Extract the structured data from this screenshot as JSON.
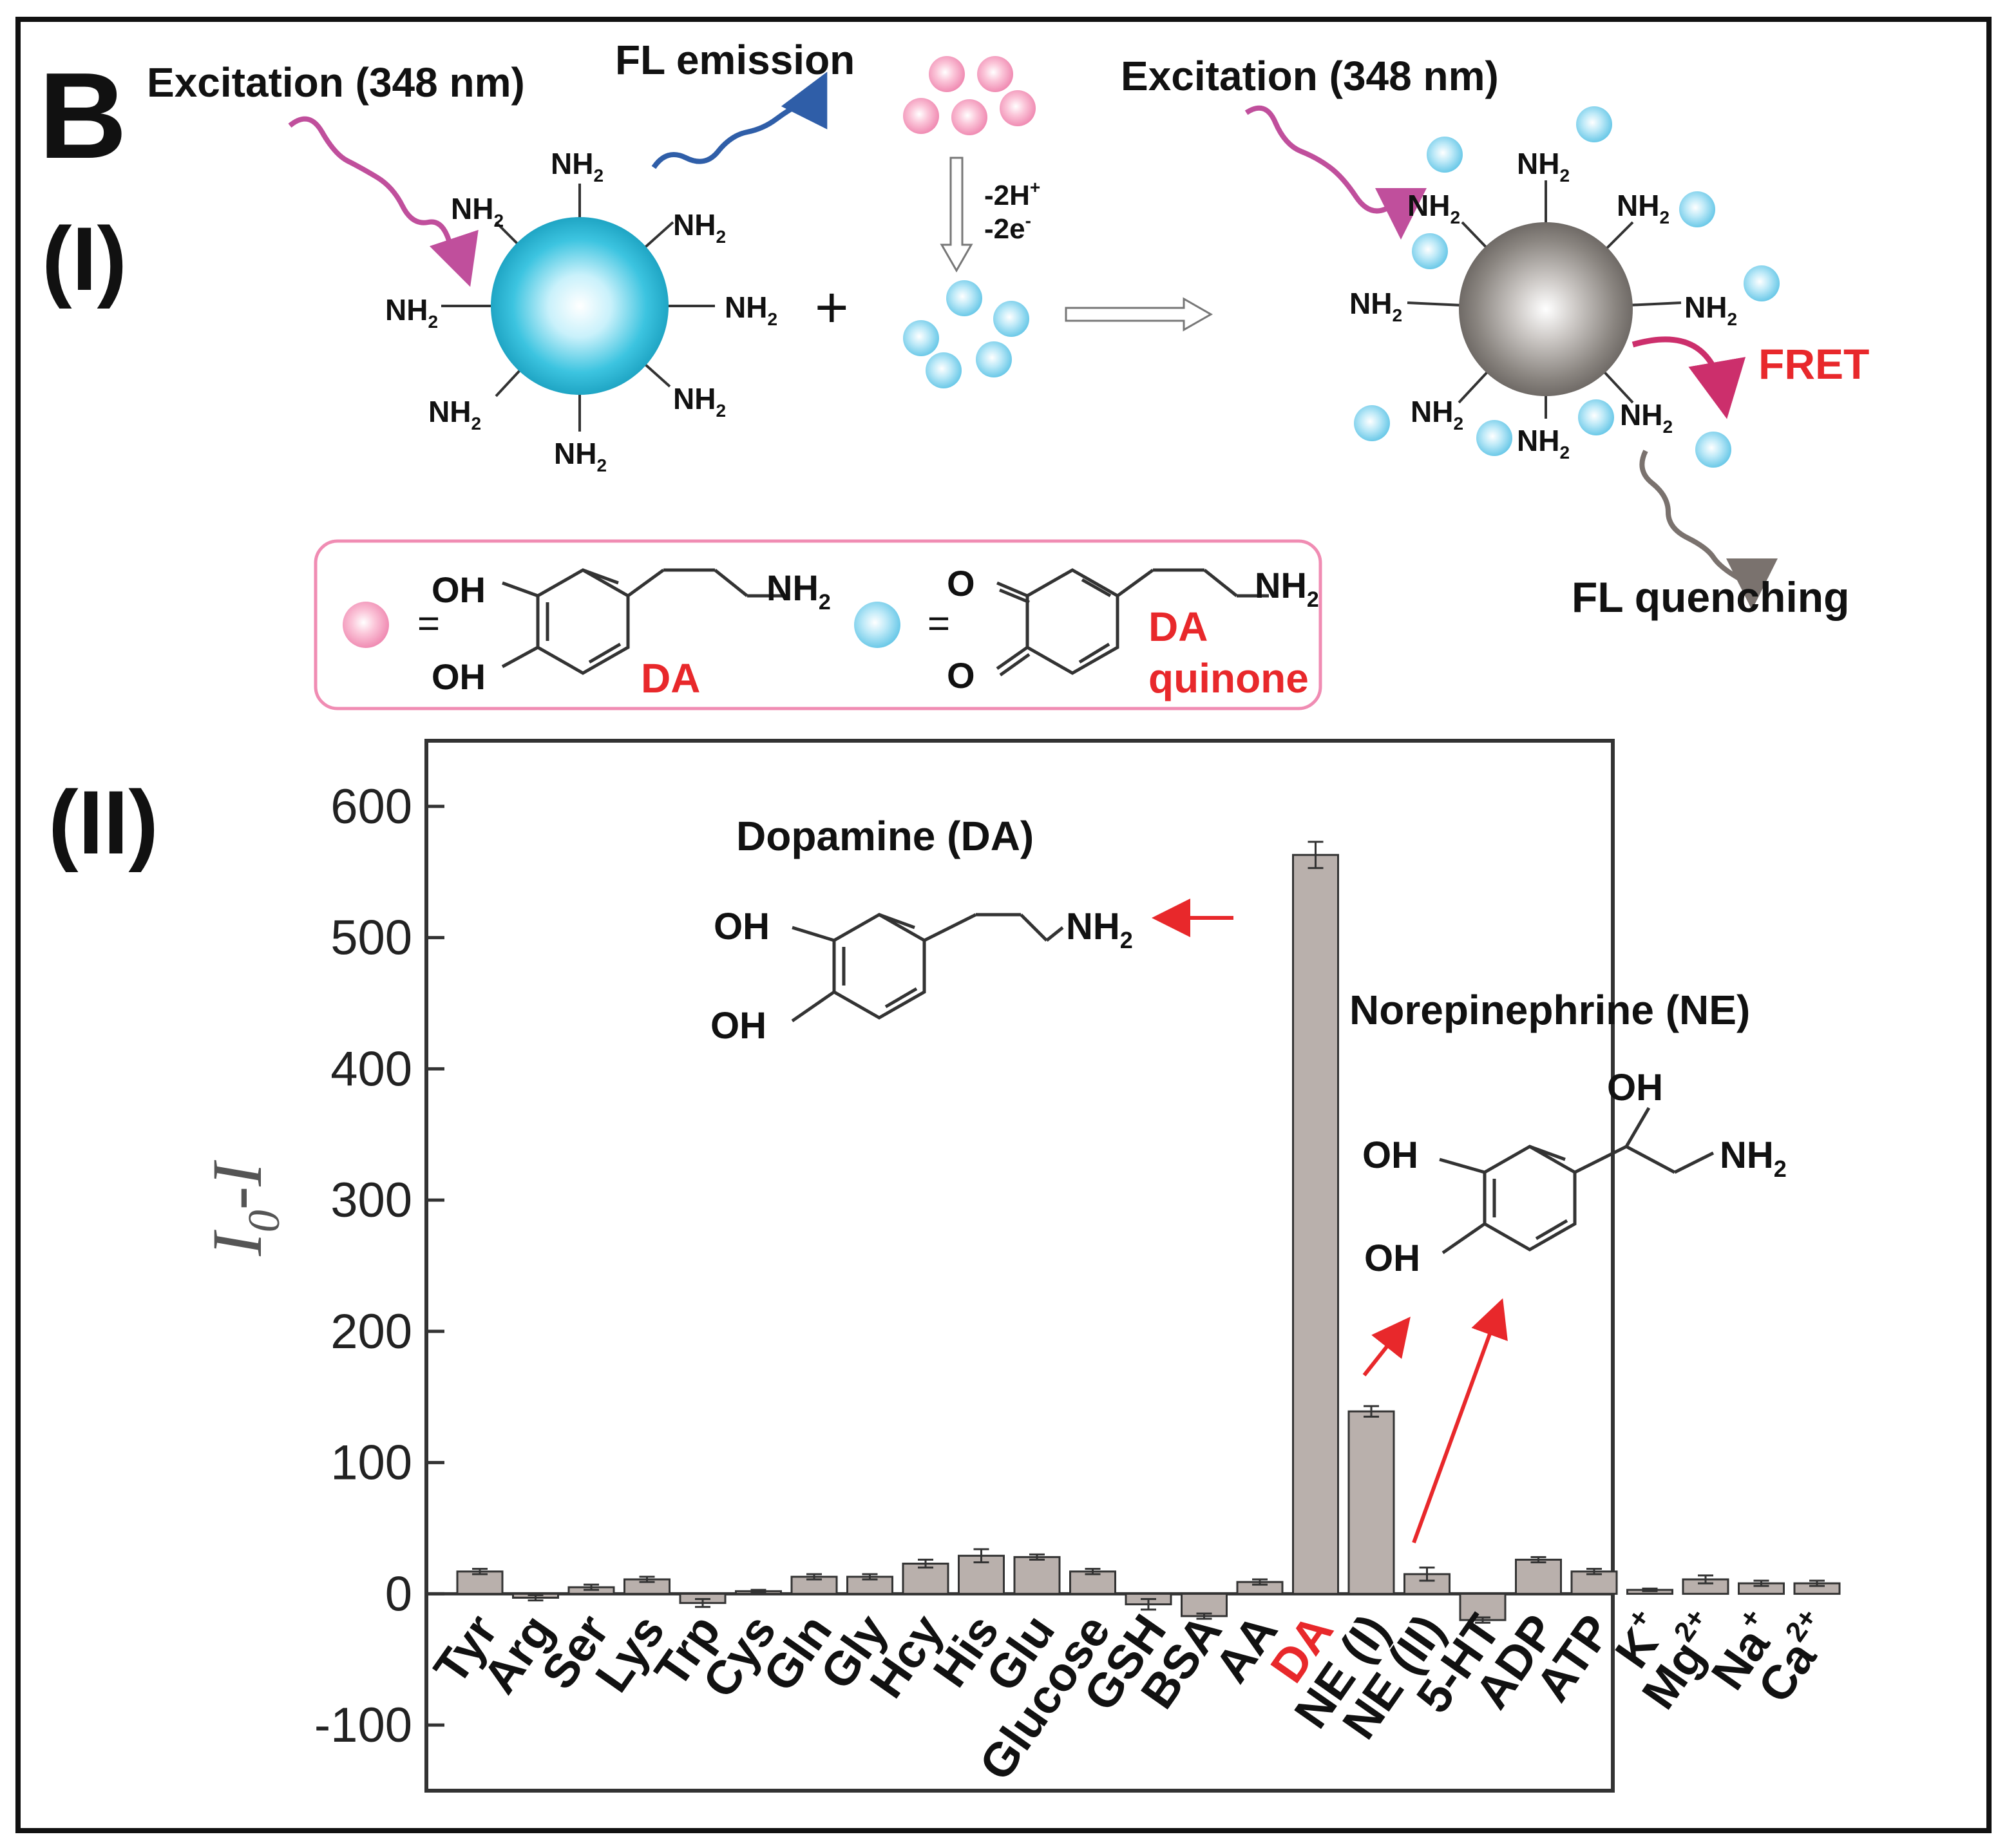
{
  "panel": {
    "letter": "B",
    "part_i": "(I)",
    "part_ii": "(II)"
  },
  "scheme": {
    "excitation_left": "Excitation (348 nm)",
    "fl_emission": "FL emission",
    "excitation_right": "Excitation (348 nm)",
    "reaction_h": "-2H",
    "reaction_h_sup": "+",
    "reaction_e": "-2e",
    "reaction_e_sup": "-",
    "plus": "+",
    "fret": "FRET",
    "fl_quenching": "FL quenching",
    "amine": "NH",
    "amine_sub": "2",
    "legend_eq": "=",
    "da_label": "DA",
    "da_quinone_1": "DA",
    "da_quinone_2": "quinone",
    "oh": "OH",
    "o": "O",
    "colors": {
      "pink_particle": "#f7a8c4",
      "blue_particle": "#8fd6ee",
      "nanoparticle_left": "#2bbcd8",
      "nanoparticle_right": "#8a8580",
      "accent_red": "#e8282b",
      "arrow_purple": "#c04f9c",
      "arrow_blue": "#2f5ea8",
      "arrow_magenta": "#cc2f6c"
    }
  },
  "annotations": {
    "dopamine_title": "Dopamine (DA)",
    "norepinephrine_title": "Norepinephrine (NE)"
  },
  "chart_data": {
    "type": "bar",
    "ylabel_main": "I",
    "ylabel_sub": "0",
    "ylabel_tail": "-I",
    "ylim": [
      -150,
      650
    ],
    "yticks": [
      -100,
      0,
      100,
      200,
      300,
      400,
      500,
      600
    ],
    "ytick_labels": [
      "-100",
      "0",
      "100",
      "200",
      "300",
      "400",
      "500",
      "600"
    ],
    "categories": [
      "Tyr",
      "Arg",
      "Ser",
      "Lys",
      "Trp",
      "Cys",
      "Gln",
      "Gly",
      "Hcy",
      "His",
      "Glu",
      "Glucose",
      "GSH",
      "BSA",
      "AA",
      "DA",
      "NE (I)",
      "NE (II)",
      "5-HT",
      "ADP",
      "ATP",
      "K",
      "Mg",
      "Na",
      "Ca"
    ],
    "category_superscripts": [
      "",
      "",
      "",
      "",
      "",
      "",
      "",
      "",
      "",
      "",
      "",
      "",
      "",
      "",
      "",
      "",
      "",
      "",
      "",
      "",
      "",
      "+",
      "2+",
      "+",
      "2+"
    ],
    "highlight_category": "DA",
    "values": [
      17,
      -3,
      5,
      11,
      -7,
      2,
      13,
      13,
      23,
      29,
      28,
      17,
      -8,
      -17,
      9,
      563,
      139,
      15,
      -20,
      26,
      17,
      3,
      11,
      8,
      8
    ],
    "errors": [
      2,
      2,
      2,
      2,
      3,
      1,
      2,
      2,
      3,
      5,
      2,
      2,
      4,
      2,
      2,
      10,
      4,
      5,
      2,
      2,
      2,
      1,
      3,
      2,
      2
    ],
    "bar_color": "#b9b0ac",
    "highlight_color": "#e8282b",
    "grid": false
  }
}
